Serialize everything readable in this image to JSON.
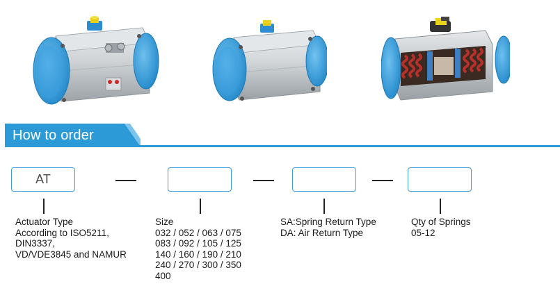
{
  "products": [
    {
      "name": "actuator-with-fittings"
    },
    {
      "name": "actuator-plain"
    },
    {
      "name": "actuator-cutaway-springs"
    }
  ],
  "section": {
    "title": "How to order"
  },
  "code_boxes": [
    {
      "value": "AT"
    },
    {
      "value": ""
    },
    {
      "value": ""
    },
    {
      "value": ""
    }
  ],
  "descriptions": {
    "actuator": [
      "Actuator Type",
      "According to ISO5211,",
      "DIN3337,",
      "VD/VDE3845 and NAMUR"
    ],
    "size": [
      "Size",
      "032 / 052 / 063 / 075",
      "083 / 092 / 105 / 125",
      "140 / 160 / 190 / 210",
      "240 / 270 / 300 / 350",
      "400"
    ],
    "type": [
      "SA:Spring Return Type",
      "DA: Air Return Type"
    ],
    "springs": [
      "Qty of Springs",
      "05-12"
    ]
  },
  "colors": {
    "accent": "#2b9ad6",
    "cap_blue": "#3f9fdc",
    "body_silver": "#c9cdd1",
    "spring_red": "#b8302a"
  }
}
